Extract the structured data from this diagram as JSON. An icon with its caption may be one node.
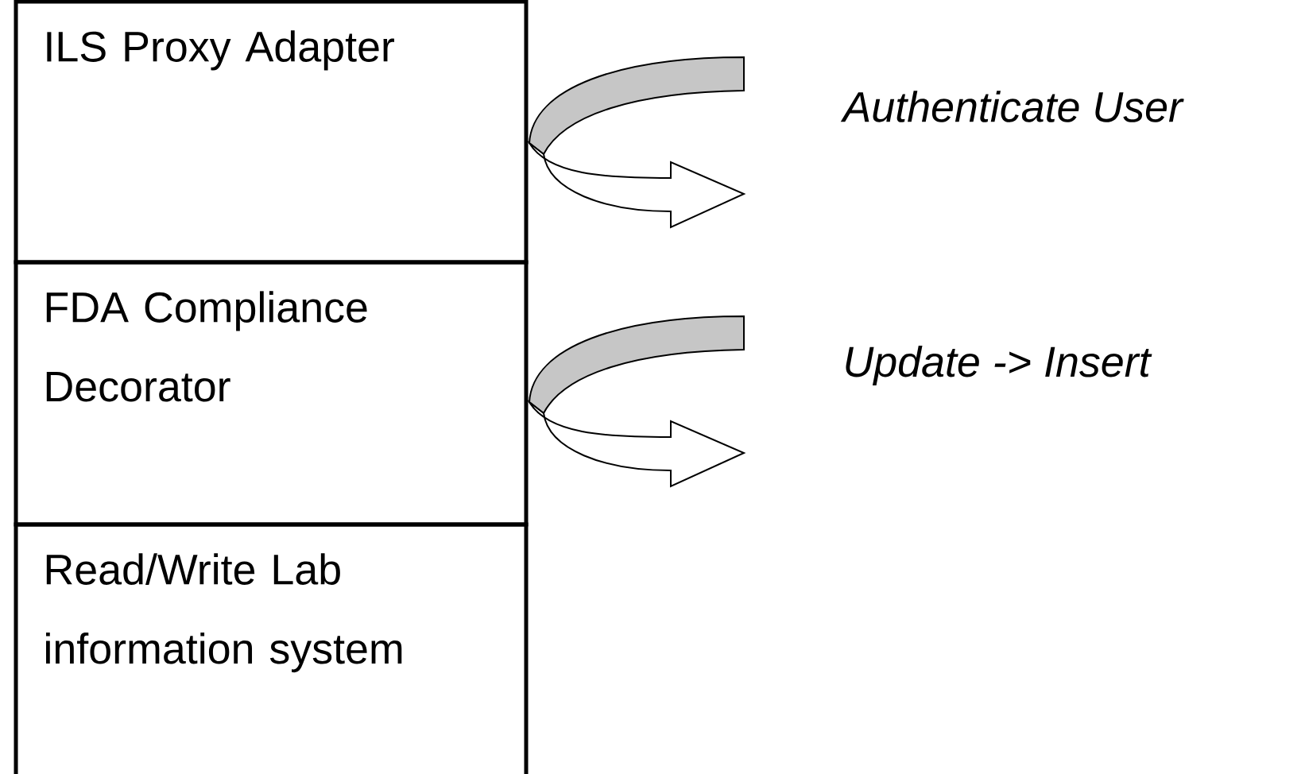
{
  "diagram": {
    "nodes": [
      {
        "text": [
          "ILS Proxy Adapter"
        ]
      },
      {
        "text": [
          "FDA Compliance Decorator"
        ]
      },
      {
        "text": [
          "Read/Write Lab information system"
        ]
      }
    ],
    "labels": [
      "Authenticate User",
      "Update -> Insert"
    ]
  }
}
